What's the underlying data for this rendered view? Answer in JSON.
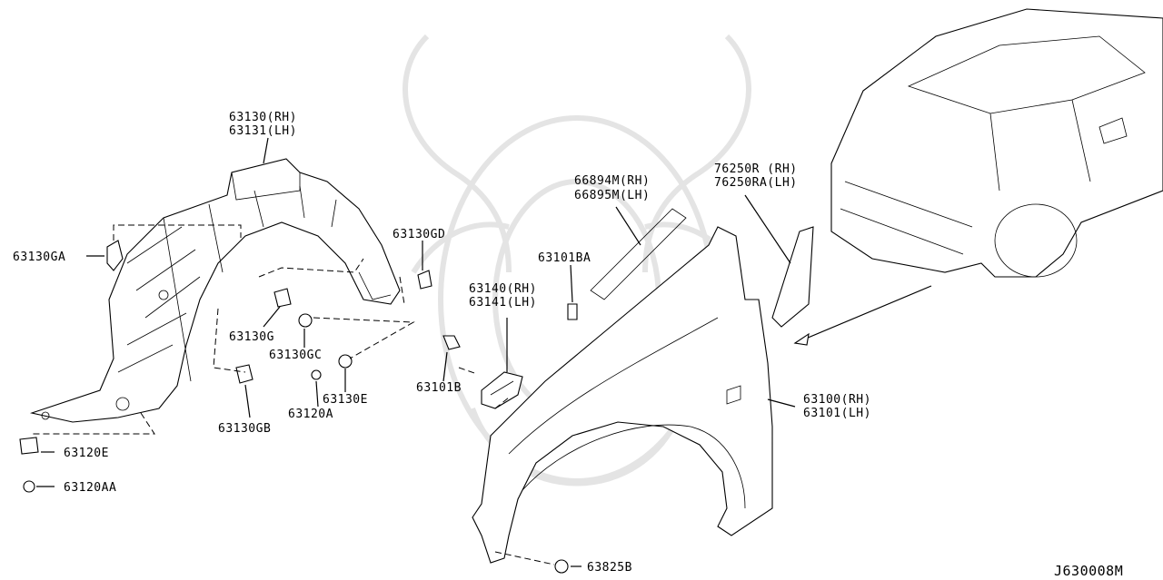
{
  "diagram": {
    "code": "J630008M",
    "labels": {
      "p63130": "63130(RH)",
      "p63131": "63131(LH)",
      "p63130GA": "63130GA",
      "p63130GD": "63130GD",
      "p63130G": "63130G",
      "p63130GC": "63130GC",
      "p63130GB": "63130GB",
      "p63120A": "63120A",
      "p63130E": "63130E",
      "p63120E": "63120E",
      "p63120AA": "63120AA",
      "p66894M": "66894M(RH)",
      "p66895M": "66895M(LH)",
      "p63101BA": "63101BA",
      "p63140": "63140(RH)",
      "p63141": "63141(LH)",
      "p63101B": "63101B",
      "p76250R": "76250R (RH)",
      "p76250RA": "76250RA(LH)",
      "p63100": "63100(RH)",
      "p63101": "63101(LH)",
      "p63825B": "63825B"
    }
  }
}
